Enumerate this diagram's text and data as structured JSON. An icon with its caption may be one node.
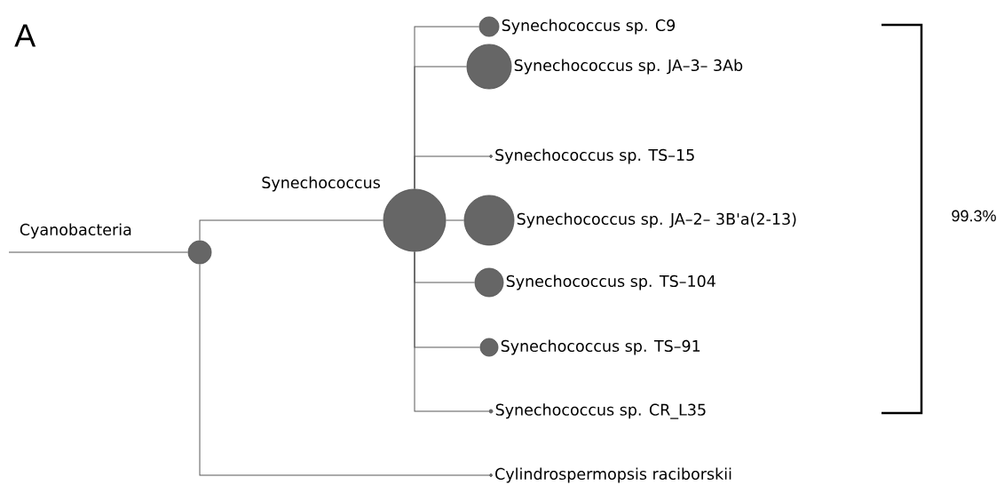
{
  "diagram": {
    "nodes": [
      {
        "text": [
          "Cyanobacteria"
        ]
      },
      {
        "text": [
          "Synechococcus"
        ]
      },
      {
        "text": [
          "Synechococcus sp. C9"
        ]
      },
      {
        "text": [
          "Synechococcus sp. JA–3– 3Ab"
        ]
      },
      {
        "text": [
          "Synechococcus sp. TS–15"
        ]
      },
      {
        "text": [
          "Synechococcus sp. JA–2– 3B'a(2-13)"
        ]
      },
      {
        "text": [
          "Synechococcus sp. TS–104"
        ]
      },
      {
        "text": [
          "Synechococcus sp. TS–91"
        ]
      },
      {
        "text": [
          "Synechococcus sp. CR_L35"
        ]
      },
      {
        "text": [
          "Cylindrospermopsis raciborskii"
        ]
      }
    ],
    "edges": [
      {
        "from": null,
        "to": 0,
        "arrow": "none"
      },
      {
        "from": 0,
        "to": 1,
        "arrow": "none"
      },
      {
        "from": 0,
        "to": 9,
        "arrow": "none"
      },
      {
        "from": 1,
        "to": 2,
        "arrow": "none"
      },
      {
        "from": 1,
        "to": 3,
        "arrow": "none"
      },
      {
        "from": 1,
        "to": 4,
        "arrow": "none"
      },
      {
        "from": 1,
        "to": 5,
        "arrow": "none"
      },
      {
        "from": 1,
        "to": 6,
        "arrow": "none"
      },
      {
        "from": 1,
        "to": 7,
        "arrow": "none"
      },
      {
        "from": 1,
        "to": 8,
        "arrow": "none"
      }
    ],
    "labels": [
      "A",
      "99.3%"
    ]
  }
}
